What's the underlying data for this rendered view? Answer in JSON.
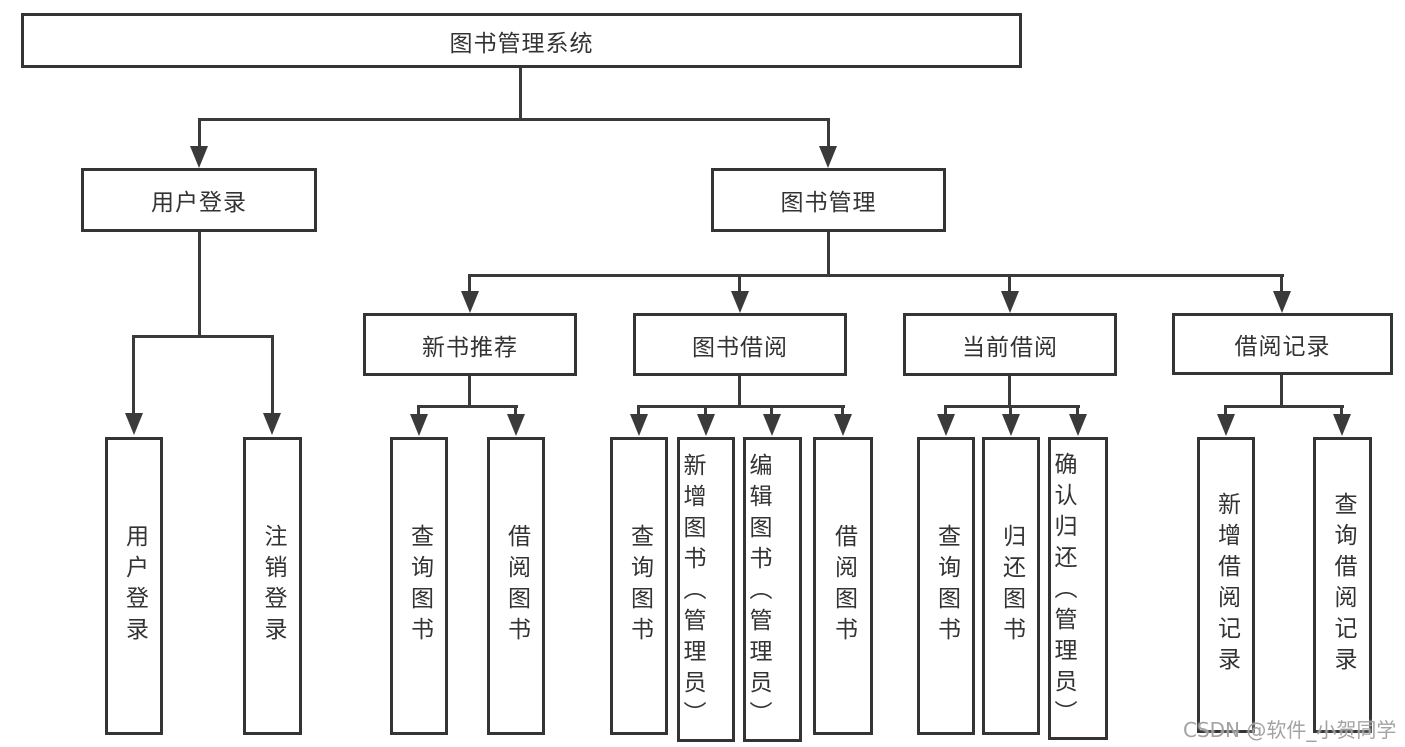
{
  "tree": {
    "root": "图书管理系统",
    "level2": [
      {
        "label": "用户登录",
        "children": [
          "用户登录",
          "注销登录"
        ]
      },
      {
        "label": "图书管理"
      }
    ],
    "level3": [
      {
        "label": "新书推荐",
        "children": [
          "查询图书",
          "借阅图书"
        ]
      },
      {
        "label": "图书借阅",
        "children": [
          "查询图书",
          "新增图书（管理员）",
          "编辑图书（管理员）",
          "借阅图书"
        ]
      },
      {
        "label": "当前借阅",
        "children": [
          "查询图书",
          "归还图书",
          "确认归还（管理员）"
        ]
      },
      {
        "label": "借阅记录",
        "children": [
          "新增借阅记录",
          "查询借阅记录"
        ]
      }
    ]
  },
  "watermark": "CSDN @软件_小贺同学",
  "colors": {
    "line": "#3a3a3a",
    "border": "#343434",
    "text": "#333333",
    "watermark": "#9e9e9e",
    "background": "#ffffff"
  }
}
